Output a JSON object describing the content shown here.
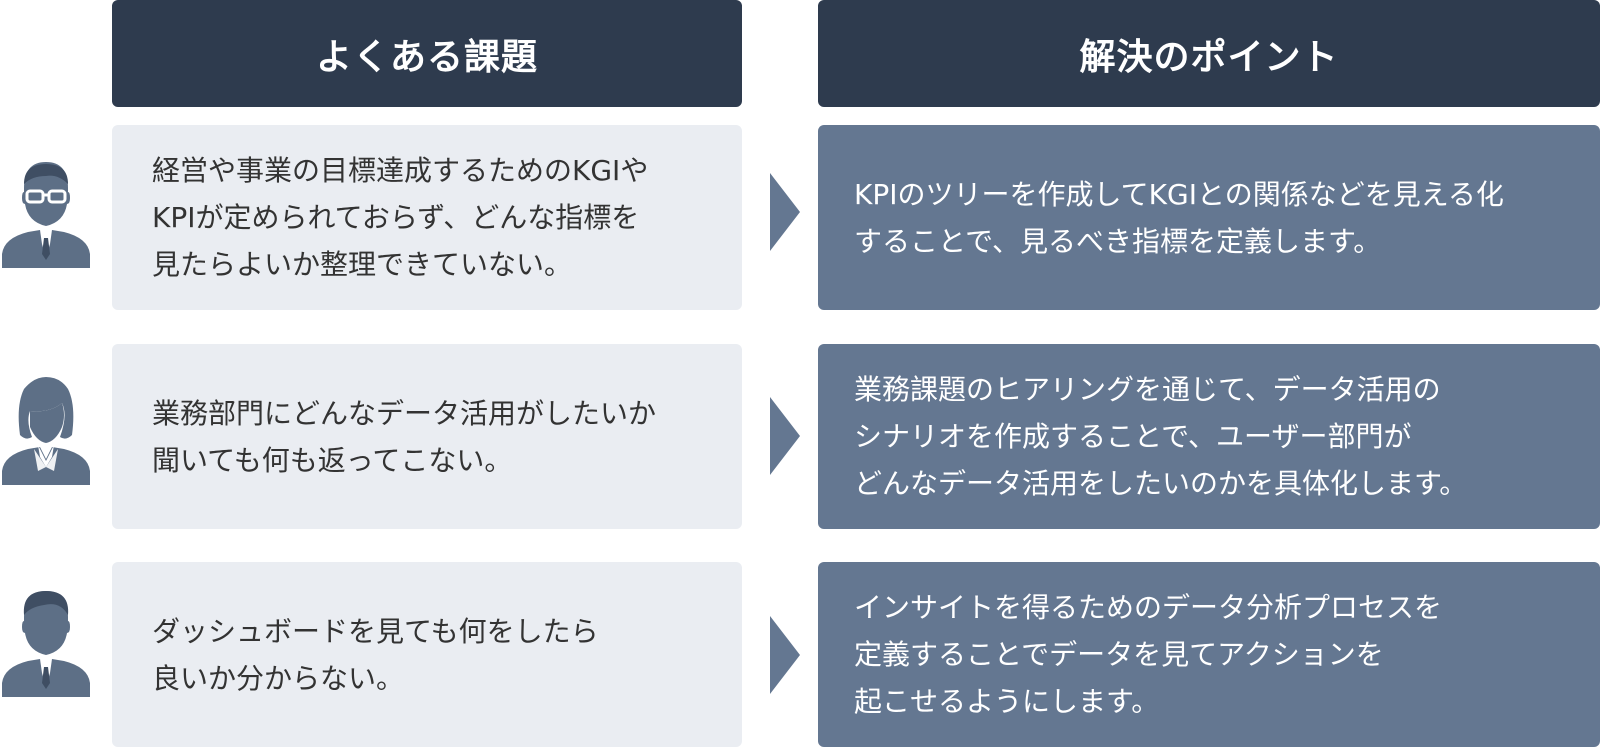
{
  "headers": {
    "problems": "よくある課題",
    "solutions": "解決のポイント"
  },
  "colors": {
    "header_bg": "#2e3b4e",
    "problem_bg": "#eaedf2",
    "solution_bg": "#647791",
    "icon": "#5d6f86"
  },
  "rows": [
    {
      "avatar": "businessman-glasses-icon",
      "problem": "経営や事業の目標達成するためのKGIや\nKPIが定められておらず、どんな指標を\n見たらよいか整理できていない。",
      "solution": "KPIのツリーを作成してKGIとの関係などを見える化\nすることで、見るべき指標を定義します。"
    },
    {
      "avatar": "businesswoman-icon",
      "problem": "業務部門にどんなデータ活用がしたいか\n聞いても何も返ってこない。",
      "solution": "業務課題のヒアリングを通じて、データ活用の\nシナリオを作成することで、ユーザー部門が\nどんなデータ活用をしたいのかを具体化します。"
    },
    {
      "avatar": "businessman-icon",
      "problem": "ダッシュボードを見ても何をしたら\n良いか分からない。",
      "solution": "インサイトを得るためのデータ分析プロセスを\n定義することでデータを見てアクションを\n起こせるようにします。"
    }
  ]
}
